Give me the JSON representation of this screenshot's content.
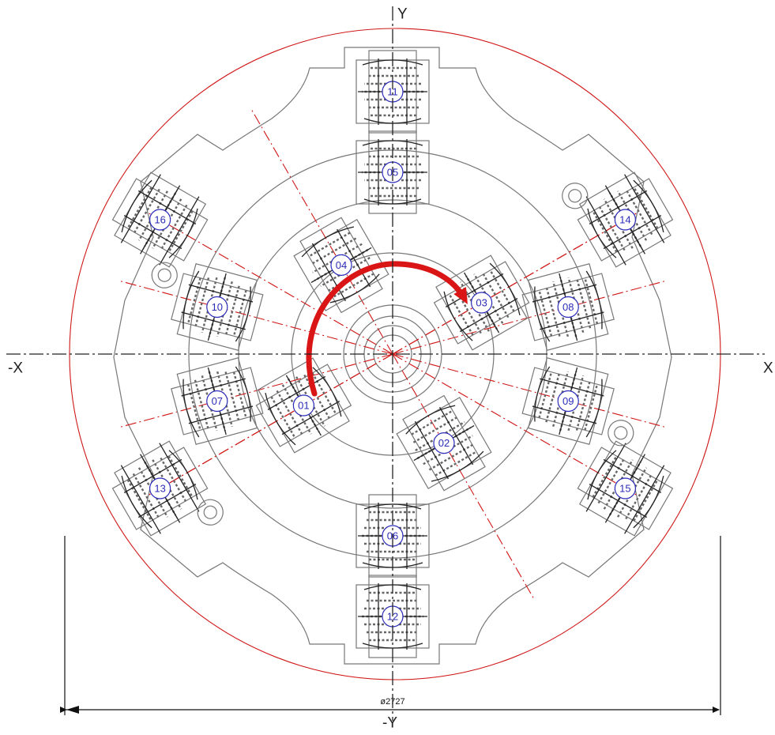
{
  "axes": {
    "y_top": "Y",
    "y_bottom": "-Y",
    "x_right": "X",
    "x_left": "-X"
  },
  "dimension": {
    "diameter_label": "ø2727"
  },
  "cutters": [
    {
      "label": "01",
      "angle": 150,
      "ring": "inner",
      "reverse": false
    },
    {
      "label": "02",
      "angle": 60,
      "ring": "inner",
      "reverse": false
    },
    {
      "label": "03",
      "angle": -30,
      "ring": "inner",
      "reverse": false
    },
    {
      "label": "04",
      "angle": 240,
      "ring": "inner",
      "reverse": false
    },
    {
      "label": "05",
      "angle": 270,
      "ring": "mid",
      "reverse": false
    },
    {
      "label": "06",
      "angle": 90,
      "ring": "mid",
      "reverse": false
    },
    {
      "label": "07",
      "angle": 165,
      "ring": "mid",
      "reverse": false
    },
    {
      "label": "08",
      "angle": -15,
      "ring": "mid",
      "reverse": false
    },
    {
      "label": "09",
      "angle": 15,
      "ring": "mid",
      "reverse": false
    },
    {
      "label": "10",
      "angle": 195,
      "ring": "mid",
      "reverse": false
    },
    {
      "label": "11",
      "angle": 270,
      "ring": "outer",
      "reverse": false
    },
    {
      "label": "12",
      "angle": 90,
      "ring": "outer",
      "reverse": false
    },
    {
      "label": "13",
      "angle": 150,
      "ring": "gauge",
      "reverse": true
    },
    {
      "label": "14",
      "angle": -30,
      "ring": "gauge",
      "reverse": true
    },
    {
      "label": "15",
      "angle": 30,
      "ring": "gauge",
      "reverse": true
    },
    {
      "label": "16",
      "angle": 210,
      "ring": "gauge",
      "reverse": true
    }
  ],
  "colors": {
    "rotation_arrow": "#d91515",
    "boundary_circle": "#d01818",
    "label_text": "#2b2bb8"
  }
}
